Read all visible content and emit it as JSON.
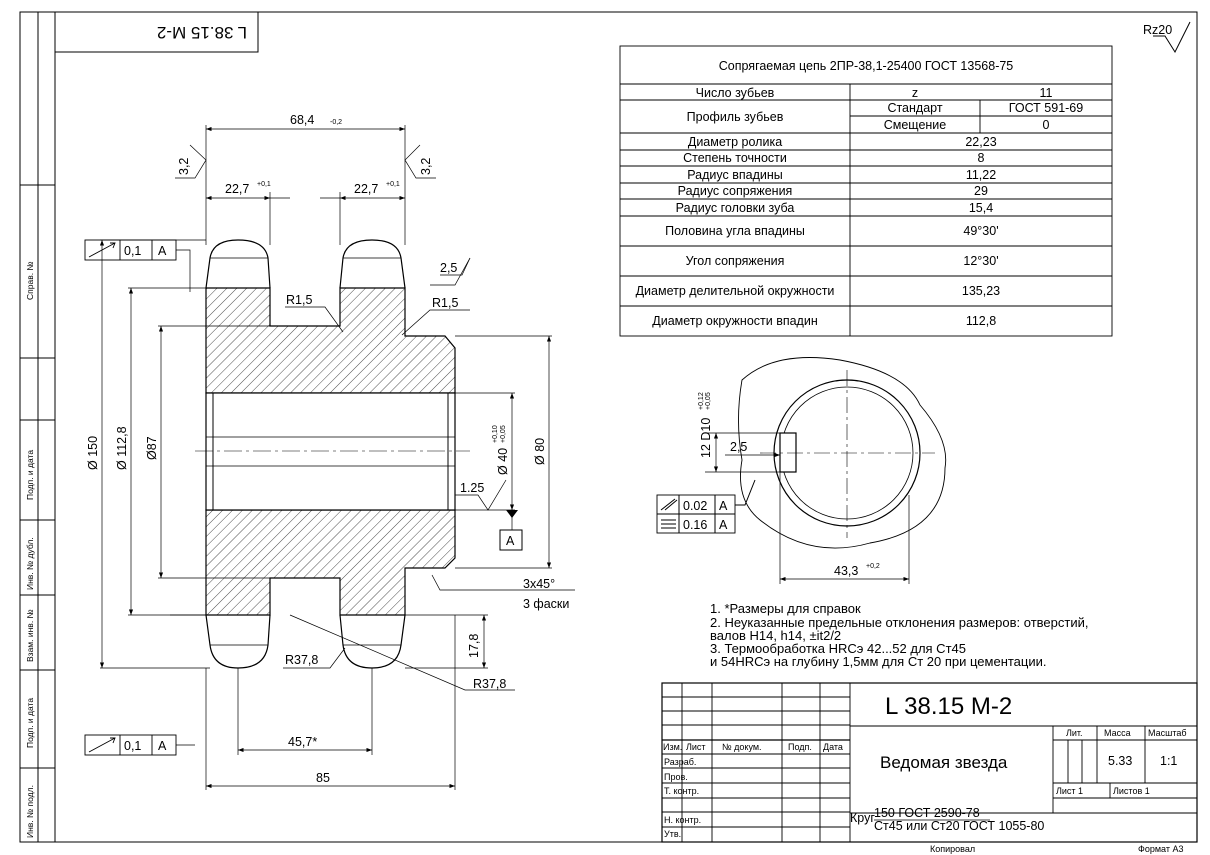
{
  "title_stamp": "L 38.15 M-2",
  "roughness": "Rz20",
  "side_stamps": {
    "sprav_no": "Справ. №",
    "podp_data": "Подп. и дата",
    "inv_dubl": "Инв. № дубл.",
    "vzam_inv": "Взам. инв. №",
    "podp_data2": "Подп. и дата",
    "inv_podl": "Инв. № подл."
  },
  "param_table": {
    "header": "Сопрягаемая цепь 2ПР-38,1-25400  ГОСТ 13568-75",
    "rows": [
      {
        "label": "Число зубьев",
        "value": "11",
        "sub": "z"
      },
      {
        "label": "Профиль зубьев",
        "sub1": "Стандарт",
        "value1": "ГОСТ 591-69",
        "sub2": "Смещение",
        "value2": "0"
      },
      {
        "label": "Диаметр ролика",
        "value": "22,23"
      },
      {
        "label": "Степень точности",
        "value": "8"
      },
      {
        "label": "Радиус впадины",
        "value": "11,22"
      },
      {
        "label": "Радиус сопряжения",
        "value": "29"
      },
      {
        "label": "Радиус головки зуба",
        "value": "15,4"
      },
      {
        "label": "Половина угла впадины",
        "value": "49°30'"
      },
      {
        "label": "Угол сопряжения",
        "value": "12°30'"
      },
      {
        "label": "Диаметр делительной окружности",
        "value": "135,23"
      },
      {
        "label": "Диаметр окружности впадин",
        "value": "112,8"
      }
    ]
  },
  "dims": {
    "d_68": "68,4",
    "d_68_tol": "-0,2",
    "d_32a": "3,2",
    "d_32b": "3,2",
    "d_227a": "22,7",
    "d_227b": "22,7",
    "tol_01": "+0,1",
    "r15a": "R1,5",
    "r15b": "R1,5",
    "d_25": "2,5",
    "d_150": "Ø 150",
    "d_1128": "Ø 112,8",
    "d_87": "Ø87",
    "d_40": "Ø 40",
    "d_40_tol_a": "+0,10",
    "d_40_tol_b": "+0,05",
    "d_80": "Ø 80",
    "d_125": "1.25",
    "chamfer": "3x45°",
    "chamfer2": "3 фаски",
    "r378a": "R37,8",
    "r378b": "R37,8",
    "d_178": "17,8",
    "d_457": "45,7*",
    "d_85": "85",
    "base_a": "A",
    "tol_01_val": "0,1",
    "d10": "12 D10",
    "d10_tol_a": "+0,12",
    "d10_tol_b": "+0,05",
    "d_25k": "2,5",
    "tol_002": "0.02",
    "tol_016": "0.16",
    "d_433": "43,3",
    "d_433_tol": "+0,2"
  },
  "notes": [
    "1.     *Размеры для справок",
    "2.     Неуказанные предельные отклонения размеров: отверстий,",
    " валов H14, h14, ±it2/2",
    "3.     Термообработка HRCэ 42...52 для Ст45",
    "и 54HRCэ на глубину 1,5мм для Ст 20 при цементации."
  ],
  "title_block": {
    "code": "L 38.15 M-2",
    "name": "Ведомая звезда",
    "material_top": "150 ГОСТ 2590-78",
    "material_prefix": "Круг",
    "material_bottom": "Ст45 или Ст20 ГОСТ  1055-80",
    "lit": "Лит.",
    "massa": "Масса",
    "masshtab": "Масштаб",
    "massa_val": "5.33",
    "masshtab_val": "1:1",
    "list": "Лист 1",
    "listov": "Листов 1",
    "izm": "Изм.",
    "list_col": "Лист",
    "dokum": "№ докум.",
    "podp": "Подп.",
    "data": "Дата",
    "razrab": "Разраб.",
    "prov": "Пров.",
    "tkontr": "Т. контр.",
    "nkontr": "Н. контр.",
    "utv": "Утв.",
    "kopiroval": "Копировал",
    "format": "Формат А3"
  }
}
